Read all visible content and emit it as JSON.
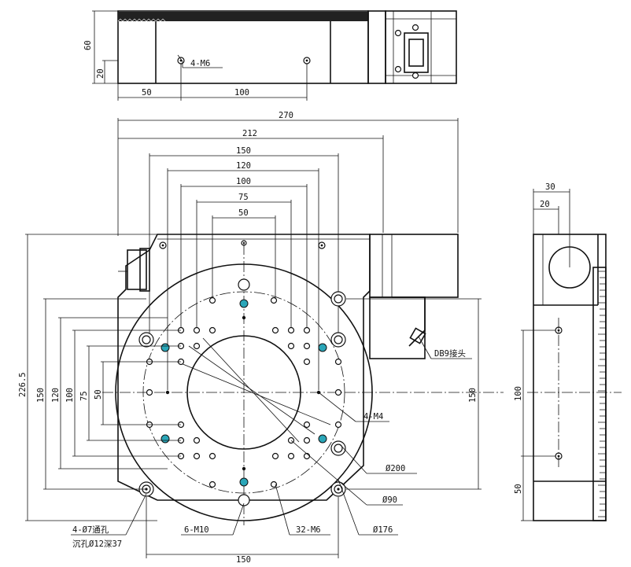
{
  "top_view": {
    "dim_height": "60",
    "dim_offset": "20",
    "dim_left": "50",
    "dim_spacing": "100",
    "label_holes": "4-M6"
  },
  "front_view": {
    "dim_overall_width": "270",
    "dim_212": "212",
    "dim_150": "150",
    "dim_120": "120",
    "dim_100": "100",
    "dim_75": "75",
    "dim_50": "50",
    "dim_overall_height": "226.5",
    "dim_v150": "150",
    "dim_v120": "120",
    "dim_v100": "100",
    "dim_v75": "75",
    "dim_v50": "50",
    "dim_right150": "150",
    "dim_bottom150": "150",
    "label_db9": "DB9接头",
    "label_m4": "4-M4",
    "label_d200": "Ø200",
    "label_d90": "Ø90",
    "label_d176": "Ø176",
    "label_6m10": "6-M10",
    "label_32m6": "32-M6",
    "label_through1": "4-Ø7通孔",
    "label_through2": "沉孔Ø12深37"
  },
  "side_view": {
    "dim_30": "30",
    "dim_20": "20",
    "dim_100": "100",
    "dim_50": "50"
  }
}
